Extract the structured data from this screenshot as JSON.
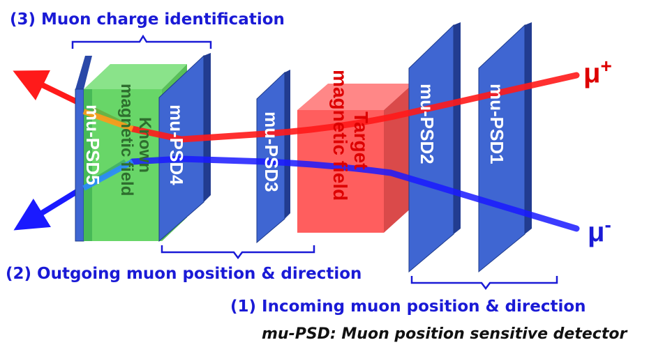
{
  "captions": {
    "charge_id": "(3) Muon charge identification",
    "outgoing": "(2) Outgoing muon position & direction",
    "incoming": "(1) Incoming muon position & direction"
  },
  "footnote": "mu-PSD: Muon position sensitive detector",
  "detectors": {
    "psd1": "mu-PSD1",
    "psd2": "mu-PSD2",
    "psd3": "mu-PSD3",
    "psd4": "mu-PSD4",
    "psd5": "mu-PSD5"
  },
  "fields": {
    "known_line1": "Known",
    "known_line2": "magnetic field",
    "target_line1": "Target",
    "target_line2": "magnetic field"
  },
  "particles": {
    "mu_plus": "μ",
    "mu_plus_sup": "+",
    "mu_minus": "μ",
    "mu_minus_sup": "-"
  },
  "colors": {
    "detector": "#3f66d2",
    "known_field": "#4ecf4e",
    "target_field": "#ff3b3b",
    "mu_plus_track": "#ff1a1a",
    "mu_minus_track": "#1a1aff",
    "caption": "#1a1ad6"
  }
}
